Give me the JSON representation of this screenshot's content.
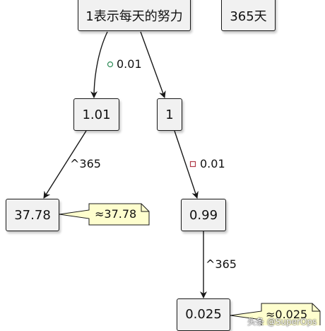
{
  "nodes": {
    "root": "1表示每天的努力",
    "days": "365天",
    "up_step": "1.01",
    "base": "1",
    "up_result": "37.78",
    "down_step": "0.99",
    "down_result": "0.025"
  },
  "edges": {
    "plus_label": "0.01",
    "minus_label": "0.01",
    "pow_left": "^365",
    "pow_right": "^365"
  },
  "notes": {
    "up_note": "≈37.78",
    "down_note": "≈0.025"
  },
  "watermark": "头条 @SuperOps"
}
